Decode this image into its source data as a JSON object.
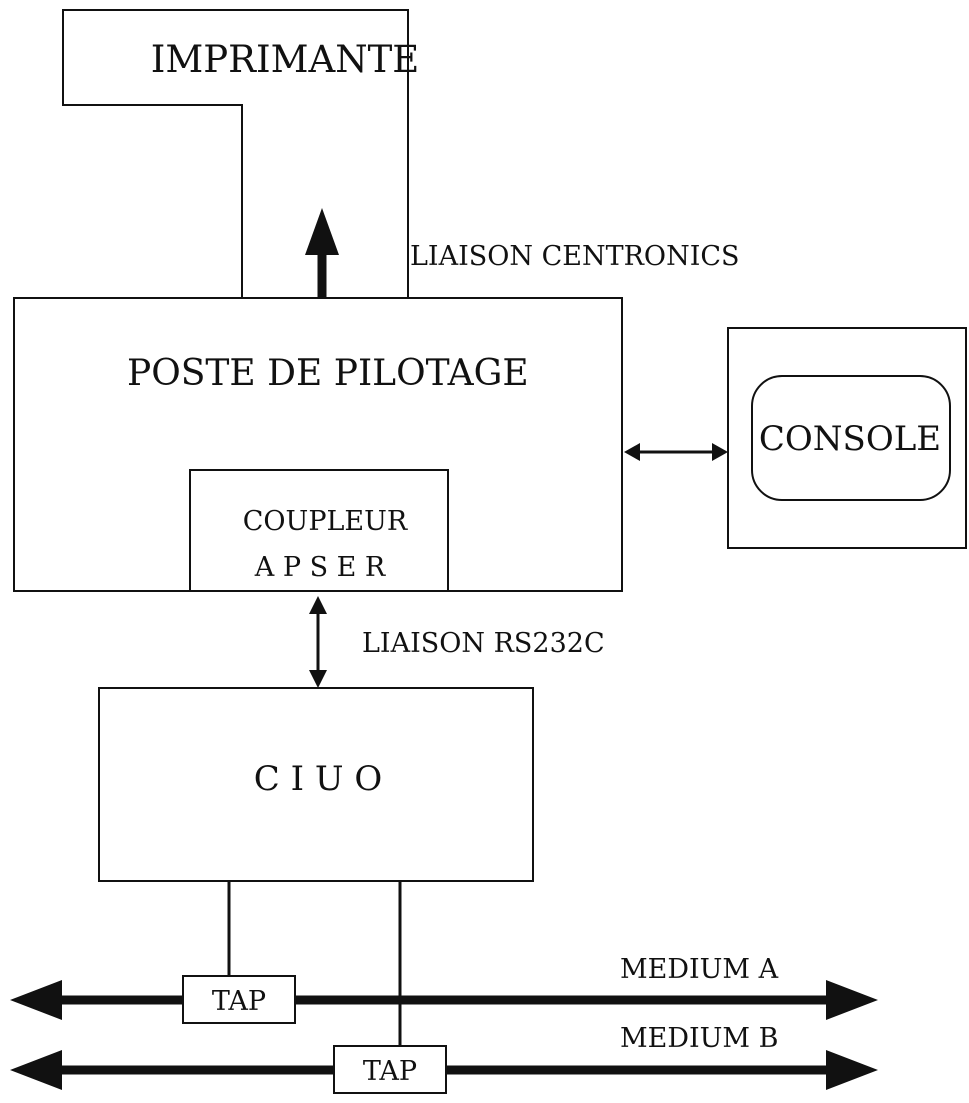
{
  "diagram": {
    "printer": {
      "label": "IMPRIMANTE"
    },
    "centronics_link": {
      "label": "LIAISON CENTRONICS"
    },
    "control_station": {
      "label": "POSTE DE PILOTAGE"
    },
    "coupler": {
      "line1": "COUPLEUR",
      "line2": "A P S E R"
    },
    "console": {
      "label": "CONSOLE"
    },
    "rs232_link": {
      "label": "LIAISON RS232C"
    },
    "ciuo": {
      "label": "C I U O"
    },
    "tap_a": {
      "label": "TAP"
    },
    "tap_b": {
      "label": "TAP"
    },
    "medium_a": {
      "label": "MEDIUM A"
    },
    "medium_b": {
      "label": "MEDIUM B"
    }
  }
}
